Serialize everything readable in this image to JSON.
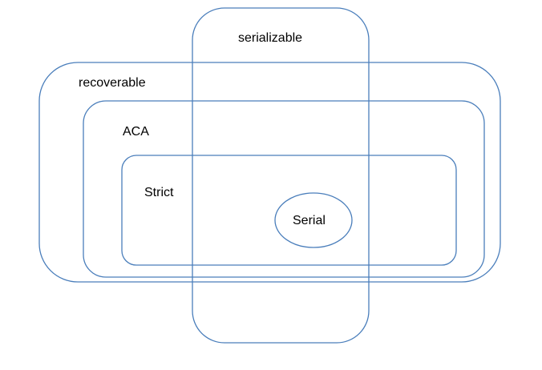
{
  "diagram": {
    "sets": {
      "serializable": "serializable",
      "recoverable": "recoverable",
      "aca": "ACA",
      "strict": "Strict",
      "serial": "Serial"
    },
    "colors": {
      "outline": "#4a7ebb",
      "text": "#000000",
      "background": "#ffffff"
    }
  }
}
